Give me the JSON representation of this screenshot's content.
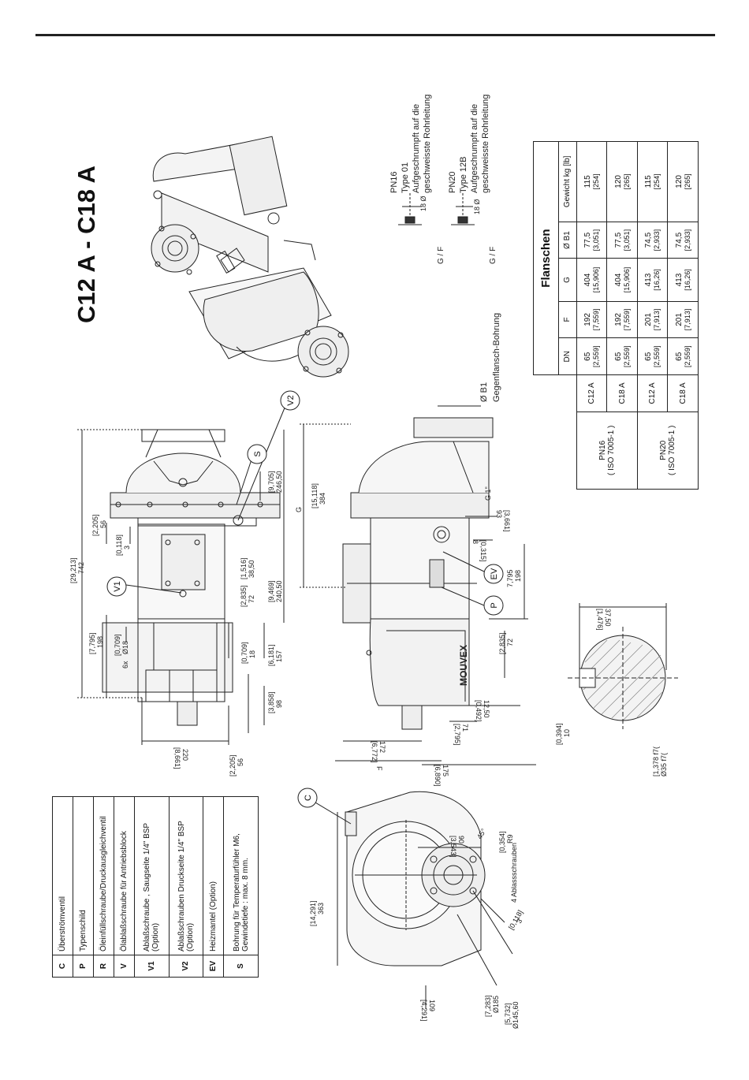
{
  "title": "C12 A - C18 A",
  "legend": [
    {
      "code": "C",
      "text": "Überströmventil"
    },
    {
      "code": "P",
      "text": "Typenschild"
    },
    {
      "code": "R",
      "text": "Öleinfüllschraube/Druckausgleichventil"
    },
    {
      "code": "V",
      "text": "Ölablaßschraube für Antriebsblock"
    },
    {
      "code": "V1",
      "text": "Ablaßschraube , Saugseite 1/4\" BSP (Option)"
    },
    {
      "code": "V2",
      "text": "Ablaßschrauben Druckseite 1/4\" BSP (Option)"
    },
    {
      "code": "EV",
      "text": "Heizmantel (Option)"
    },
    {
      "code": "S",
      "text": "Bohrung für Temperaturfühler M6, Gewindetiefe : max. 8 mm."
    }
  ],
  "pipe_notes": {
    "pn16_lines": [
      "PN16",
      "Type 01",
      "Aufgeschrumpft auf die",
      "geschweisste Rohrleitung"
    ],
    "pn20_lines": [
      "PN20",
      "Type 12B",
      "Aufgeschrumpft auf die",
      "geschweisste Rohrleitung"
    ],
    "gf_label": "G / F",
    "dia_label": "18 Ø",
    "b1_lines": [
      "Ø B1",
      "Gegenflansch-Bohrung"
    ]
  },
  "flanges": {
    "heading": "Flanschen",
    "columns": [
      "DN",
      "F",
      "G",
      "Ø B1",
      "Gewicht kg [lb]"
    ],
    "groups": [
      {
        "standard": "PN16",
        "norm": "( ISO 7005-1 )",
        "rows": [
          {
            "model": "C12 A",
            "dn": [
              "65",
              "[2,559]"
            ],
            "f": [
              "192",
              "[7,559]"
            ],
            "g": [
              "404",
              "[15,906]"
            ],
            "b1": [
              "77,5",
              "[3,051]"
            ],
            "kg": [
              "115",
              "[254]"
            ]
          },
          {
            "model": "C18 A",
            "dn": [
              "65",
              "[2,559]"
            ],
            "f": [
              "192",
              "[7,559]"
            ],
            "g": [
              "404",
              "[15,906]"
            ],
            "b1": [
              "77,5",
              "[3,051]"
            ],
            "kg": [
              "120",
              "[265]"
            ]
          }
        ]
      },
      {
        "standard": "PN20",
        "norm": "( ISO 7005-1 )",
        "rows": [
          {
            "model": "C12 A",
            "dn": [
              "65",
              "[2,559]"
            ],
            "f": [
              "201",
              "[7,913]"
            ],
            "g": [
              "413",
              "[16,26]"
            ],
            "b1": [
              "74,5",
              "[2,933]"
            ],
            "kg": [
              "115",
              "[254]"
            ]
          },
          {
            "model": "C18 A",
            "dn": [
              "65",
              "[2,559]"
            ],
            "f": [
              "201",
              "[7,913]"
            ],
            "g": [
              "413",
              "[16,26]"
            ],
            "b1": [
              "74,5",
              "[2,933]"
            ],
            "kg": [
              "120",
              "[265]"
            ]
          }
        ]
      }
    ]
  },
  "dimensions": {
    "d_29213": "[29,213]",
    "d_742": "742",
    "d_2205a": "[2,205]",
    "d_56a": "56",
    "d_0118": "[0,118]",
    "d_3": "3",
    "d_9705": "[9,705]",
    "d_24650": "246,50",
    "d_1516": "[1,516]",
    "d_3850": "38,50",
    "d_9469": "[9,469]",
    "d_24050": "240,50",
    "d_2835a": "[2,835]",
    "d_72a": "72",
    "d_7795a": "[7,795]",
    "d_198a": "198",
    "d_0709a": "[0,709]",
    "d_18a": "Ø18",
    "d_6x": "6x",
    "d_0709b": "[0,709]",
    "d_18b": "18",
    "d_6181": "[6,181]",
    "d_157": "157",
    "d_3858": "[3,858]",
    "d_98": "98",
    "d_220": "220",
    "d_8661": "[8,661]",
    "d_2205b": "[2,205]",
    "d_56b": "56",
    "d_G": "G",
    "d_15118": "[15,118]",
    "d_384": "384",
    "d_G1": "G 1\"",
    "d_93": "93",
    "d_3661": "[3,661]",
    "d_8": "8",
    "d_0315": "[0,315]",
    "d_7795b": "7,795",
    "d_198b": "198",
    "d_2835b": "[2,835]",
    "d_72b": "72",
    "d_1250": "12,50",
    "d_0492": "[0,492]",
    "d_71": "71",
    "d_2795": "[2,795]",
    "d_172": "172",
    "d_6772": "[6,772]",
    "d_F": "F",
    "d_175": "175",
    "d_6890": "[6,890]",
    "d_3750": "37,50",
    "d_1476": "[1,476]",
    "d_0394": "[0,394]",
    "d_10": "10",
    "d_1378": "[1,378 f7(",
    "d_35": "Ø35 f7(",
    "d_14291": "[14,291]",
    "d_363": "363",
    "d_90": "90",
    "d_3543": "[3,543]",
    "d_0354": "[0,354]",
    "d_R9": "R9",
    "d_45": "45°",
    "d_ablass": "4 Ablassschrauben",
    "d_0118b": "[0,118]",
    "d_3b": "3",
    "d_7283": "[7,283]",
    "d_185": "Ø185",
    "d_5732": "[5,732]",
    "d_14560": "Ø145,60",
    "d_109": "109",
    "d_4291": "[4,291]"
  },
  "callouts": [
    "V1",
    "V2",
    "S",
    "C",
    "EV",
    "P"
  ],
  "brand_mark": "MOUVEX"
}
